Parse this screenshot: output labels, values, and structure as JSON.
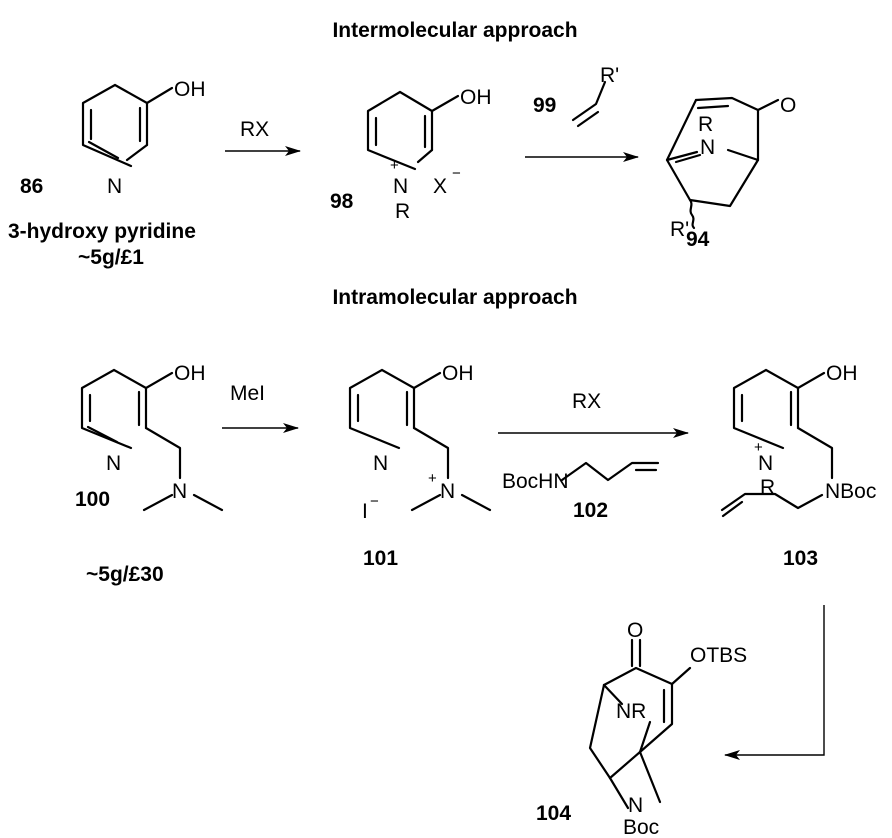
{
  "titles": {
    "inter": "Intermolecular approach",
    "intra": "Intramolecular approach"
  },
  "compounds": {
    "c86": "86",
    "c86_name": "3-hydroxy pyridine",
    "c86_price": "~5g/£1",
    "c98": "98",
    "c99": "99",
    "c94": "94",
    "c100": "100",
    "c100_price": "~5g/£30",
    "c101": "101",
    "c102": "102",
    "c103": "103",
    "c104": "104"
  },
  "reagents": {
    "rx1": "RX",
    "mei": "MeI",
    "rx2": "RX",
    "bochn": "BocHN"
  },
  "atoms": {
    "oh": "OH",
    "n": "N",
    "plus": "+",
    "minus": "−",
    "x": "X",
    "r": "R",
    "rp": "R'",
    "o": "O",
    "iminus": "I",
    "nboc": "NBoc",
    "otbs": "OTBS",
    "nr": "NR",
    "boc": "Boc"
  }
}
